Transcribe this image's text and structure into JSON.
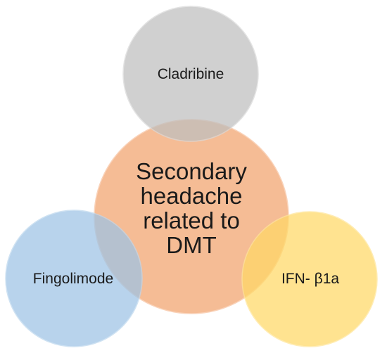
{
  "diagram": {
    "center": {
      "lines": [
        "Secondary",
        "headache",
        "related to",
        "DMT"
      ],
      "fill": "#F4B183",
      "stroke": "#F8CBAD"
    },
    "top": {
      "label": "Cladribine",
      "fill": "#BFBFBF",
      "stroke": "#D9D9D9"
    },
    "left": {
      "label": "Fingolimode",
      "fill": "#9DC3E6",
      "stroke": "#BDD7EE"
    },
    "right": {
      "label": "IFN- β1a",
      "fill": "#FFD966",
      "stroke": "#FFE699"
    }
  }
}
